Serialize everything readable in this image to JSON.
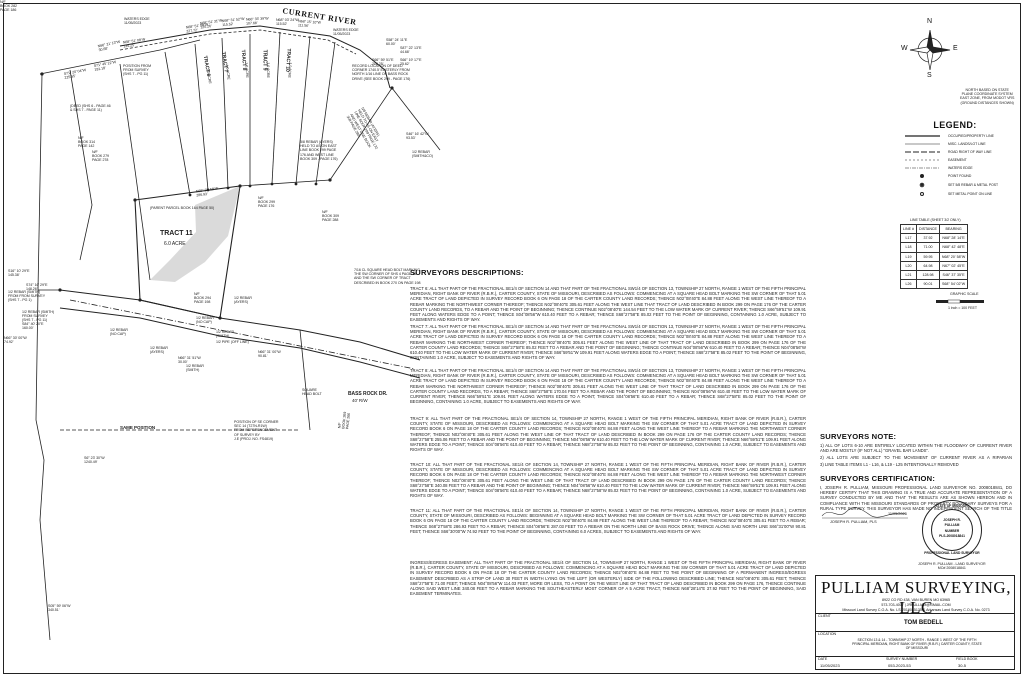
{
  "plat": {
    "river_label": "CURRENT RIVER",
    "tract_labels": [
      "TRACT 6",
      "TRACT 7",
      "TRACT 8",
      "TRACT 9",
      "TRACT 10"
    ],
    "tract_acres": [
      "1.0 ACRE",
      "1.0 ACRE",
      "1.0 ACRE",
      "1.0 ACRE",
      "1.0 ACRE"
    ],
    "tract11_label": "TRACT 11",
    "tract11_acres": "6.0 ACRE",
    "road_label": "BASS ROCK DR.",
    "road_width": "40' R/W",
    "same_position": "SAME POSITION",
    "labels": [
      {
        "text": "WATERS EDGE\n11/05/2023",
        "cls": ""
      },
      {
        "text": "N68° 51' 08\"W\n227.72'",
        "cls": ""
      },
      {
        "text": "N68° 51' 08\"W\n135.25'",
        "cls": ""
      },
      {
        "text": "N68° 51' 31\"W\n120.26'",
        "cls": ""
      },
      {
        "text": "N68° 31' 52\"W\n115.52'",
        "cls": ""
      },
      {
        "text": "N68° 33' 39\"W\n107.68'",
        "cls": ""
      },
      {
        "text": "N68° 03' 24\"W\n115.52'",
        "cls": ""
      },
      {
        "text": "N68° 15' 10\"W\n111.56'",
        "cls": ""
      },
      {
        "text": "WATERS EDGE\n11/05/2023",
        "cls": ""
      },
      {
        "text": "N66° 21' 13\"W\n30.68'",
        "cls": ""
      },
      {
        "text": "S58° 24' 11\"E\n60.00'",
        "cls": ""
      },
      {
        "text": "S87° 22' 13\"E\n44.68'",
        "cls": ""
      },
      {
        "text": "RECORD LOCATION OF DEED\nCORNER 1740.5' EASTERLY FROM\nNORTH 1/16 LINE OF BASS ROCK\nDRIVE (SEE BOOK 299 - PAGE 176)",
        "cls": ""
      },
      {
        "text": "S66° 59' 51\"E\n200.25'",
        "cls": ""
      },
      {
        "text": "S66° 19' 17\"E\n25.62'",
        "cls": ""
      },
      {
        "text": "POSITION FROM\nFROM SURVEY\n(SHS 7 - PG 11)",
        "cls": ""
      },
      {
        "text": "S71° 20' 04\"W\n225.55'",
        "cls": ""
      },
      {
        "text": "S71° 45' 22\"W\n191.18'",
        "cls": ""
      },
      {
        "text": "(DEED (SHS 6 - PAGE 46\n& SHS 7 - PAGE 11)",
        "cls": ""
      },
      {
        "text": "N/F\nBOOK 314\nPAGE 142",
        "cls": ""
      },
      {
        "text": "N/F\nBOOK 279\nPAGE 278",
        "cls": ""
      },
      {
        "text": "5/8 REBAR (AYERS)\nHELD TO AS ON EAST\nLINE BOOK 299 PAGE 172\nAND WEST LINE BOOK\n309 PAGE 288",
        "cls": ""
      },
      {
        "text": "5/8 REBAR (AYERS)\nHELD TO AS ON EAST\nLINE BOOK 299 PAGE\n176 AND WEST LINE\nBOOK 309 - PAGE 176)",
        "cls": ""
      },
      {
        "text": "S46° 16' 42\"W\n93.53'",
        "cls": ""
      },
      {
        "text": "1/2 REBAR\n(SMITH&CO)",
        "cls": ""
      },
      {
        "text": "N68° 27' 58\"W\n286.93'",
        "cls": ""
      },
      {
        "text": "(PARENT PARCEL BOOK 164 PAGE 50)",
        "cls": ""
      },
      {
        "text": "N/F\nBOOK 299\nPAGE 176",
        "cls": ""
      },
      {
        "text": "N/F\nBOOK 309\nPAGE 288",
        "cls": ""
      },
      {
        "text": "1/2 REBAR\n(AYERS)",
        "cls": ""
      },
      {
        "text": "S16° 10' 29\"E\n145.38'",
        "cls": ""
      },
      {
        "text": "S74° 16' 29\"E\n148.26'",
        "cls": ""
      },
      {
        "text": "1/2 REBAR (SMITH)\nFROM FROM SURVEY\n(SHS 7 - PG 1)",
        "cls": ""
      },
      {
        "text": "1/2 REBAR (SMITH)\nFROM SURVEY\n(SHS 7 - PG 11)",
        "cls": ""
      },
      {
        "text": "S84° 40' 20\"E\n160.00'",
        "cls": ""
      },
      {
        "text": "1/2 REBAR\n(NO CAP)",
        "cls": ""
      },
      {
        "text": "N/F\nBOOK 294\nPAGE 198",
        "cls": ""
      },
      {
        "text": "1/2 REBAR\n(NO CAP)",
        "cls": ""
      },
      {
        "text": "1/2 REBAR\n(SMITH)",
        "cls": ""
      },
      {
        "text": "1/2 REBAR\n(AYERS)",
        "cls": ""
      },
      {
        "text": "N66° 31' 51\"W\n30.00'",
        "cls": ""
      },
      {
        "text": "1/2 PIPE (OFF LINE)",
        "cls": ""
      },
      {
        "text": "1/2 REBAR\n(SMITH)",
        "cls": ""
      },
      {
        "text": "N66° 31' 00\"W\n90.81'",
        "cls": ""
      },
      {
        "text": "SQUARE\nHEAD BOLT",
        "cls": ""
      },
      {
        "text": "N66° 30' 00\"W\n74.92'",
        "cls": ""
      },
      {
        "text": "7/16 CL SQUARE HEAD BOLT MARKING\nTHE SW CORNER OF SHS 4 PAGE 18\nAND THE SW CORNER OF TRACT\nDESCRIBED IN BOOK 270 ON PAGE 198",
        "cls": ""
      },
      {
        "text": "N/F\nBOOK 269\nPAGE 266",
        "cls": ""
      },
      {
        "text": "S6° 23' 30\"W\n1240.49'",
        "cls": ""
      },
      {
        "text": "S05° 59' 06\"W\n340.51'",
        "cls": ""
      },
      {
        "text": "POSITION OF SE CORNER\nSEC 14 (T27N-R1W)\nFROM REFERENCEMENT\nOF SURVEY BY\nJ.E (PROJ. NO. FS4819)",
        "cls": ""
      },
      {
        "text": "N/F\nBOOK 282\nPAGE 186",
        "cls": ""
      }
    ]
  },
  "north_arrow": {
    "n": "N",
    "s": "S",
    "e": "E",
    "w": "W"
  },
  "basis": "NORTH BASED ON STATE\nPLANE COORDINATE SYSTEM\nEAST ZONE, FROM MODOT VRS\n(GROUND DISTANCES SHOWN)",
  "legend": {
    "title": "LEGEND:",
    "items": [
      "OCCUPIED/PROPERTY LINE",
      "MISC. LANDS/LOT LINE",
      "ROAD RIGHT OF WAY LINE",
      "EASEMENT",
      "WATERS EDGE",
      "POINT FOUND",
      "SET 5/8 REBAR & METAL POST",
      "SET METAL POINT ON LINE"
    ]
  },
  "line_table": {
    "title": "LINE TABLE (SHEET 3/2 ONLY)",
    "headers": [
      "LINE #",
      "DISTANCE",
      "BEARING"
    ],
    "rows": [
      [
        "L17",
        "37.92",
        "N68° 28' 14\"E"
      ],
      [
        "L18",
        "71.00",
        "N68° 42' 48\"E"
      ],
      [
        "L19",
        "59.95",
        "N68° 20' 58\"W"
      ],
      [
        "L20",
        "64.98",
        "N67° 02' 45\"E"
      ],
      [
        "L21",
        "128.98",
        "S46° 37' 35\"E"
      ],
      [
        "L26",
        "90.01",
        "S68° 54' 02\"W"
      ]
    ]
  },
  "scale": {
    "title": "GRAPHIC SCALE",
    "note": "1 inch = 100 FEET"
  },
  "descriptions": {
    "title": "SURVEYORS DESCRIPTIONS:",
    "paragraphs": [
      "TRACT 6: ALL THAT PART OF THE FRACTIONAL SE1/4 OF SECTION 14 AND THAT PART OF THE FRACTIONAL SW1/4 OF SECTION 13, TOWNSHIP 27 NORTH, RANGE 1 WEST OF THE FIFTH PRINCIPAL MERIDIAN, RIGHT BANK OF RIVER (R.B.R.), CARTER COUNTY, STATE OF MISSOURI, DESCRIBED AS FOLLOWS: COMMENCING AT A SQUARE HEAD BOLT MARKING THE SW CORNER OF THAT 5.01 ACRE TRACT OF LAND DEPICTED IN SURVEY RECORD BOOK 6 ON PAGE 18 OF THE CARTER COUNTY LAND RECORDS; THENCE N02°08'40\"E 84.88 FEET ALONG THE WEST LINE THEREOF TO A REBAR MARKING THE NORTHWEST CORNER THEREOF; THENCE N02°08'40\"E 305.61 FEET ALONG THE WEST LINE THAT TRACT OF LAND DESCRIBED IN BOOK 299 ON PAGE 176 OF THE CARTER COUNTY LAND RECORDS, TO A REBAR AND THE POINT OF BEGINNING; THENCE CONTINUE N02°08'40\"E 144.54 FEET TO THE LOW WATER MARK OF CURRENT RIVER; THENCE S66°59'51\"W 109.91 FEET ALONG WATERS EDGE TO A POINT; THENCE S04°08'56\"W 610.40 FEET TO A REBAR; THENCE S68°27'58\"E 85.02 FEET TO THE POINT OF BEGINNING, CONTAINING 1.0 ACRE, SUBJECT TO EASEMENTS AND RIGHTS OF WAY.",
      "TRACT 7: ALL THAT PART OF THE FRACTIONAL SE1/4 OF SECTION 14 AND THAT PART OF THE FRACTIONAL SW1/4 OF SECTION 13, TOWNSHIP 27 NORTH, RANGE 1 WEST OF THE FIFTH PRINCIPAL MERIDIAN, RIGHT BANK OF RIVER (R.B.R.), CARTER COUNTY, STATE OF MISSOURI, DESCRIBED AS FOLLOWS: COMMENCING AT A SQUARE HEAD BOLT MARKING THE SW CORNER OF THAT 5.01 ACRE TRACT OF LAND DEPICTED IN SURVEY RECORD BOOK 6 ON PAGE 18 OF THE CARTER COUNTY LAND RECORDS; THENCE N02°08'40\"E 84.88 FEET ALONG THE WEST LINE THEREOF TO A REBAR MARKING THE NORTHWEST CORNER THEREOF; THENCE N02°08'40\"E 305.61 FEET ALONG THE WEST LINE OF THAT TRACT OF LAND DESCRIBED IN BOOK 299 ON PAGE 176 OF THE CARTER COUNTY LAND RECORDS; THENCE S68°27'58\"E 85.02 FEET TO A REBAR AND THE POINT OF BEGINNING; THENCE CONTINUE N04°08'56\"W 610.40 FEET TO A REBAR; THENCE N04°08'56\"W 610.40 FEET TO THE LOW WATER MARK OF CURRENT RIVER; THENCE S66°59'51\"W 109.91 FEET ALONG WATERS EDGE TO A POINT; THENCE S68°27'58\"E 85.02 FEET TO THE POINT OF BEGINNING, CONTAINING 1.0 ACRE, SUBJECT TO EASEMENTS AND RIGHTS OF WAY.",
      "TRACT 8: ALL THAT PART OF THE FRACTIONAL SE1/4 OF SECTION 14 AND THAT PART OF THE FRACTIONAL SW1/4 OF SECTION 13, TOWNSHIP 27 NORTH, RANGE 1 WEST OF THE FIFTH PRINCIPAL MERIDIAN, RIGHT BANK OF RIVER (R.B.R.), CARTER COUNTY, STATE OF MISSOURI, DESCRIBED AS FOLLOWS: COMMENCING AT A SQUARE HEAD BOLT MARKING THE SW CORNER OF THAT 5.01 ACRE TRACT OF LAND DEPICTED IN SURVEY RECORD BOOK 6 ON PAGE 18 OF THE CARTER COUNTY LAND RECORDS; THENCE N02°08'40\"E 84.88 FEET ALONG THE WEST LINE THEREOF TO A REBAR MARKING THE NORTHWEST CORNER THEREOF; THENCE N02°08'40\"E 305.61 FEET ALONG THE WEST LINE OF THAT TRACT OF LAND DESCRIBED IN BOOK 299 ON PAGE 176 OF THE CARTER COUNTY LAND RECORDS, TO A REBAR; THENCE S68°27'58\"E 170.04 FEET TO A REBAR AND THE POINT OF BEGINNING; THENCE N04°08'56\"W 610.40 FEET TO THE LOW WATER MARK OF CURRENT RIVER; THENCE N66°59'51\"E 109.91 FEET ALONG WATERS EDGE TO A POINT; THENCE S04°08'56\"E 610.40 FEET TO A REBAR; THENCE S68°27'58\"E 85.02 FEET TO THE POINT OF BEGINNING, CONTAINING 1.0 ACRE, SUBJECT TO EASEMENTS AND RIGHTS OF WAY.",
      "TRACT 9: ALL THAT PART OF THE FRACTIONAL SE1/4 OF SECTION 14, TOWNSHIP 27 NORTH, RANGE 1 WEST OF THE FIFTH PRINCIPAL MERIDIAN, RIGHT BANK OF RIVER (R.B.R.), CARTER COUNTY, STATE OF MISSOURI, DESCRIBED AS FOLLOWS: COMMENCING AT A SQUARE HEAD BOLT MARKING THE SW CORNER OF THAT 5.01 ACRE TRACT OF LAND DEPICTED IN SURVEY RECORD BOOK 6 ON PAGE 18 OF THE CARTER COUNTY LAND RECORDS; THENCE N02°08'40\"E 84.88 FEET ALONG THE WEST LINE THEREOF TO A REBAR MARKING THE NORTHWEST CORNER THEREOF; THENCE N02°08'40\"E 305.61 FEET ALONG THE WEST LINE OF THAT TRACT OF LAND DESCRIBED IN BOOK 299 ON PAGE 176 OF THE CARTER COUNTY LAND RECORDS; THENCE S68°27'58\"E 255.06 FEET TO A REBAR AND THE POINT OF BEGINNING; THENCE N04°08'56\"W 610.40 FEET TO THE LOW WATER MARK OF CURRENT RIVER; THENCE N66°59'51\"E 109.91 FEET ALONG WATERS EDGE TO A POINT; THENCE S04°08'56\"E 610.40 FEET TO A REBAR; THENCE N68°27'58\"W 85.02 FEET TO THE POINT OF BEGINNING, CONTAINING 1.0 ACRE, SUBJECT TO EASEMENTS AND RIGHTS OF WAY.",
      "TRACT 10: ALL THAT PART OF THE FRACTIONAL SE1/4 OF SECTION 14, TOWNSHIP 27 NORTH, RANGE 1 WEST OF THE FIFTH PRINCIPAL MERIDIAN, RIGHT BANK OF RIVER (R.B.R.), CARTER COUNTY, STATE OF MISSOURI, DESCRIBED AS FOLLOWS: COMMENCING AT A SQUARE HEAD BOLT MARKING THE SW CORNER OF THAT 5.01 ACRE TRACT OF LAND DEPICTED IN SURVEY RECORD BOOK 6 ON PAGE 18 OF THE CARTER COUNTY LAND RECORDS; THENCE N02°08'40\"E 84.88 FEET ALONG THE WEST LINE THEREOF TO A REBAR MARKING THE NORTHWEST CORNER THEREOF; THENCE N02°08'40\"E 305.61 FEET ALONG THE WEST LINE OF THAT TRACT OF LAND DESCRIBED IN BOOK 299 ON PAGE 176 OF THE CARTER COUNTY LAND RECORDS; THENCE S68°27'58\"E 340.08 FEET TO A REBAR AND THE POINT OF BEGINNING; THENCE N04°08'56\"W 610.40 FEET TO THE LOW WATER MARK OF CURRENT RIVER; THENCE N66°59'51\"E 109.91 FEET ALONG WATERS EDGE TO A POINT; THENCE S04°08'56\"E 610.40 FEET TO A REBAR; THENCE N68°27'58\"W 85.02 FEET TO THE POINT OF BEGINNING, CONTAINING 1.0 ACRE, SUBJECT TO EASEMENTS AND RIGHTS OF WAY.",
      "TRACT 11: ALL THAT PART OF THE FRACTIONAL SE1/4 OF SECTION 14, TOWNSHIP 27 NORTH, RANGE 1 WEST OF THE FIFTH PRINCIPAL MERIDIAN, RIGHT BANK OF RIVER (R.B.R.), CARTER COUNTY, STATE OF MISSOURI, DESCRIBED AS FOLLOWS: BEGINNING AT A SQUARE HEAD BOLT MARKING THE SW CORNER OF THAT 5.01 ACRE TRACT OF LAND DEPICTED IN SURVEY RECORD BOOK 6 ON PAGE 18 OF THE CARTER COUNTY LAND RECORDS; THENCE N02°08'40\"E 84.88 FEET ALONG THE WEST LINE THEREOF TO A REBAR; THENCE N02°08'40\"E 305.61 FEET TO A REBAR; THENCE S68°27'58\"E 286.93 FEET TO A REBAR; THENCE S04°08'56\"E 287.03 FEET TO A REBAR ON THE NORTH LINE OF BASS ROCK DRIVE; THENCE ALONG SAID NORTH LINE S66°31'00\"W 90.81 FEET; THENCE S66°30'00\"W 74.92 FEET TO THE POINT OF BEGINNING, CONTAINING 6.0 ACRES, SUBJECT TO EASEMENTS AND RIGHTS OF WAY.",
      "INGRESS/EGRESS EASEMENT: ALL THAT PART OF THE FRACTIONAL SE1/4 OF SECTION 14, TOWNSHIP 27 NORTH, RANGE 1 WEST OF THE FIFTH PRINCIPAL MERIDIAN, RIGHT BANK OF RIVER (R.B.R.), CARTER COUNTY, STATE OF MISSOURI, DESCRIBED AS FOLLOWS: COMMENCING AT A SQUARE HEAD BOLT MARKING THE SW CORNER OF THAT 5.01 ACRE TRACT OF LAND DEPICTED IN SURVEY RECORD BOOK 6 ON PAGE 18 OF THE CARTER COUNTY LAND RECORDS; THENCE N02°08'40\"E 84.88 FEET TO THE POINT OF BEGINNING OF A PERMANENT INGRESS/EGRESS EASEMENT DESCRIBED AS A STRIP OF LAND 30 FEET IN WIDTH LYING ON THE LEFT (OR WESTERLY) SIDE OF THE FOLLOWING DESCRIBED LINE; THENCE N02°08'40\"E 305.61 FEET; THENCE S68°27'58\"E 71.00 FEET; THENCE N04°08'56\"W 114.03 FEET, MORE OR LESS, TO A POINT ON THE WEST LINE OF THAT TRACT OF LAND DESCRIBED IN BOOK 299 ON PAGE 176, THENCE CONTINUE ALONG SAID WEST LINE 340.08 FEET TO A REBAR MARKING THE SOUTHEASTERLY MOST CORNER OF A 5 ACRE TRACT, THENCE N68°28'14\"E 37.92 FEET TO THE POINT OF BEGINNING, SAID EASEMENT TERMINATES."
    ]
  },
  "notes": {
    "title": "SURVEYORS NOTE:",
    "items": [
      "1) ALL OF LOTS 6-10 ARE ENTIRELY LOCATED WITHIN THE FLOODWAY OF CURRENT RIVER AND ARE MOSTLY (IF NOT ALL) \"GRAVEL BAR LANDS\".",
      "2) ALL LOTS ARE SUBJECT TO THE MOVEMENT OF CURRENT RIVER AS A RIPARIAN BOUNDARY.",
      "3) LINE TABLE ITEMS L1 - L16, & L19 - L25 INTENTIONALLY REMOVED"
    ]
  },
  "certification": {
    "title": "SURVEYORS CERTIFICATION:",
    "text": "I, JOSEPH R. PULLIAM, MISSOURI PROFESSIONAL LAND SURVEYOR NO. 2008018841, DO HEREBY CERTIFY THAT THIS DRAWING IS A TRUE AND ACCURATE REPRESENTATION OF A SURVEY CONDUCTED BY ME AND THAT THE RESULTS ARE AS SHOWN HEREON AND IN COMPLIANCE WITH THE MISSOURI STANDARDS OF PROPERTY BOUNDARY SURVEYS FOR A RURAL TYPE SURVEY. THIS SURVEYOR HAS MADE NO INDEPENDENT SEARCH OF THE TITLE RECORD OTHER THAN AS DEPICTED HEREON. DRAWING NOT VALID UNLESS ORIGINAL SIGNATURE AND SEAL APPEAR HEREON.",
    "signer": "JOSEPH R. PULLIAM, PLS",
    "date": "11/05/2023",
    "seal_lines": [
      "STATE OF MISSOURI",
      "JOSEPH R.",
      "PULLIAM",
      "NUMBER",
      "PLS-2008018841",
      "PROFESSIONAL LAND SURVEYOR"
    ],
    "signer_full": "JOSEPH R. PULLIAM - LAND SURVEYOR\nMO# 2008018841"
  },
  "title_block": {
    "company": "PULLIAM SURVEYING, LLC",
    "address": "8922 CO RD 438, VAN BUREN MO 63965",
    "phone": "573-703-4007 | JRPULLIAM@GMAIL.COM",
    "license": "Missouri Land Survey C.O.A. No. LS-2019045135 & Arkansas Land Survey C.O.A. No. 0273",
    "client_caption": "CLIENT",
    "client": "TOM BEDELL",
    "location_caption": "LOCATION",
    "location": "SECTION 13 & 14 - TOWNSHIP 27 NORTH - RANGE 1 WEST OF THE FIFTH PRINCIPAL MERIDIAN, RIGHT BANK OF RIVER (R.B.R.) CARTER COUNTY, STATE OF MISSOURI",
    "date_caption": "DATE",
    "date": "11/05/2023",
    "survey_caption": "SURVEY NUMBER",
    "survey_no": "053-2023-53",
    "fieldbook_caption": "FIELD BOOK",
    "fieldbook": "30-5"
  }
}
